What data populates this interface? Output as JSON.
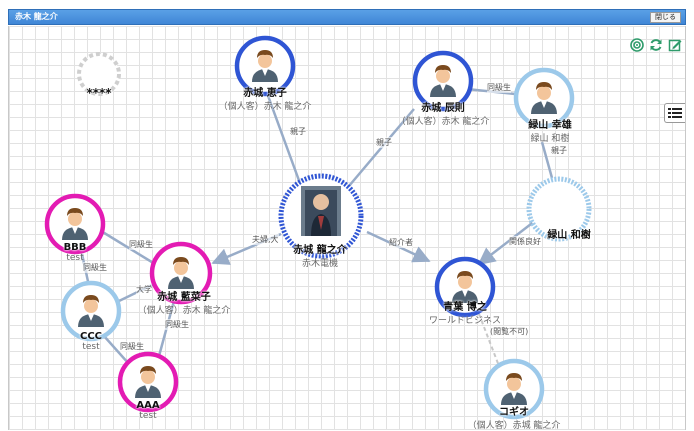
{
  "window": {
    "title": "赤木 龍之介",
    "close_label": "閉じる"
  },
  "toolbar": {
    "icons": [
      "target-icon",
      "refresh-icon",
      "edit-icon"
    ],
    "list_icon": "list-icon"
  },
  "placeholder": {
    "label": "****"
  },
  "nodes": [
    {
      "id": "akagi",
      "name": "赤城 龍之介",
      "sub": "赤木電機"
    },
    {
      "id": "keiko",
      "name": "赤城 恵子",
      "sub": "（個人客）赤木 龍之介"
    },
    {
      "id": "tatsunori",
      "name": "赤城 辰則",
      "sub": "（個人客）赤木 龍之介"
    },
    {
      "id": "yukio",
      "name": "緑山 幸雄",
      "sub": "緑山 和樹"
    },
    {
      "id": "kazuki",
      "name": "緑山 和樹",
      "sub": ""
    },
    {
      "id": "hiroyuki",
      "name": "青葉 博之",
      "sub": "ワールドビジネス"
    },
    {
      "id": "kogio",
      "name": "コギオ",
      "sub": "（個人客）赤城 龍之介"
    },
    {
      "id": "rinako",
      "name": "赤城 藍菜子",
      "sub": "（個人客）赤木 龍之介"
    },
    {
      "id": "bbb",
      "name": "BBB",
      "sub": "test"
    },
    {
      "id": "ccc",
      "name": "CCC",
      "sub": "test"
    },
    {
      "id": "aaa",
      "name": "AAA",
      "sub": "test"
    }
  ],
  "edges": [
    {
      "from": "akagi",
      "to": "keiko",
      "label": "親子"
    },
    {
      "from": "akagi",
      "to": "tatsunori",
      "label": "親子"
    },
    {
      "from": "tatsunori",
      "to": "yukio",
      "label": "同級生"
    },
    {
      "from": "yukio",
      "to": "kazuki",
      "label": "親子"
    },
    {
      "from": "akagi",
      "to": "hiroyuki",
      "label": "紹介者"
    },
    {
      "from": "kazuki",
      "to": "hiroyuki",
      "label": "関係良好"
    },
    {
      "from": "hiroyuki",
      "to": "kogio",
      "label": "(閲覧不可)"
    },
    {
      "from": "akagi",
      "to": "rinako",
      "label": "夫婦,大"
    },
    {
      "from": "bbb",
      "to": "rinako",
      "label": "同級生"
    },
    {
      "from": "bbb",
      "to": "ccc",
      "label": "同級生"
    },
    {
      "from": "ccc",
      "to": "rinako",
      "label": "大学"
    },
    {
      "from": "rinako",
      "to": "aaa",
      "label": "同級生"
    },
    {
      "from": "ccc",
      "to": "aaa",
      "label": "同級生"
    }
  ],
  "colors": {
    "blue_ring": "#2f55d4",
    "light_blue_ring": "#9cc9ea",
    "magenta_ring": "#e31bb3",
    "edge": "#98acc8"
  }
}
